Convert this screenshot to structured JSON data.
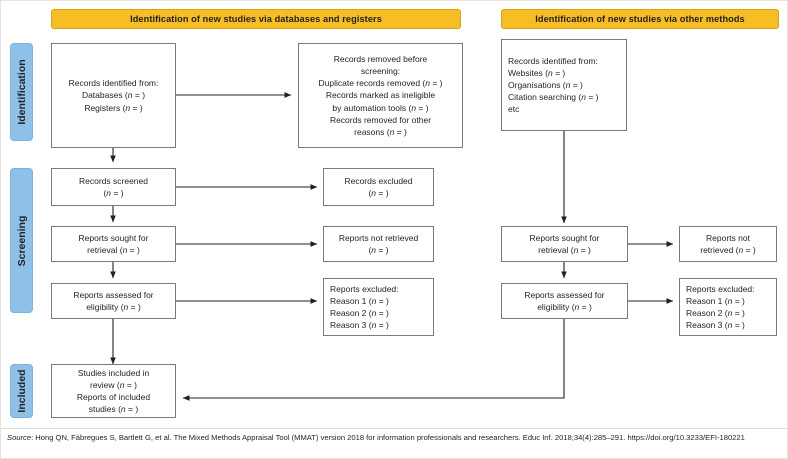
{
  "headers": [
    {
      "id": "databases-registers",
      "label": "Identification of new studies via databases and registers"
    },
    {
      "id": "other-methods",
      "label": "Identification of new studies via other methods"
    }
  ],
  "stages": [
    {
      "id": "identification",
      "label": "Identification"
    },
    {
      "id": "screening",
      "label": "Screening"
    },
    {
      "id": "included",
      "label": "Included"
    }
  ],
  "boxes": {
    "records_identified": {
      "lines": [
        "Records identified from:",
        "Databases (n = )",
        "Registers (n = )"
      ]
    },
    "records_removed": {
      "lines": [
        "Records removed before",
        "screening:",
        "Duplicate records removed (n = )",
        "Records marked as ineligible",
        "by automation tools (n = )",
        "Records removed for other",
        "reasons (n = )"
      ]
    },
    "records_screened": {
      "lines": [
        "Records screened",
        "(n = )"
      ]
    },
    "records_excluded": {
      "lines": [
        "Records excluded",
        "(n = )"
      ]
    },
    "reports_sought": {
      "lines": [
        "Reports sought for",
        "retrieval (n = )"
      ]
    },
    "reports_not_retrieved": {
      "lines": [
        "Reports not retrieved",
        "(n = )"
      ]
    },
    "reports_assessed": {
      "lines": [
        "Reports assessed for",
        "eligibility (n = )"
      ]
    },
    "reports_excluded": {
      "lines": [
        "Reports excluded:",
        "Reason 1 (n = )",
        "Reason 2 (n = )",
        "Reason 3 (n = )"
      ]
    },
    "studies_included": {
      "lines": [
        "Studies included in",
        "review (n = )",
        "Reports of included",
        "studies (n = )"
      ]
    },
    "other_identified": {
      "lines": [
        "Records identified from:",
        "Websites (n = )",
        "Organisations (n = )",
        "Citation searching (n = )",
        "etc"
      ]
    },
    "other_reports_sought": {
      "lines": [
        "Reports sought for",
        "retrieval (n = )"
      ]
    },
    "other_reports_not_retrieved": {
      "lines": [
        "Reports not",
        "retrieved (n = )"
      ]
    },
    "other_reports_assessed": {
      "lines": [
        "Reports assessed for",
        "eligibility (n = )"
      ]
    },
    "other_reports_excluded": {
      "lines": [
        "Reports excluded:",
        "Reason 1 (n = )",
        "Reason 2 (n = )",
        "Reason 3 (n = )"
      ]
    }
  },
  "footer": {
    "source_word": "Source",
    "citation": ": Hong QN, Fàbregues S, Bartlett G, et al. The Mixed Methods Appraisal Tool (MMAT) version 2018 for information professionals and researchers. Educ Inf. 2018;34(4):285–291. https://doi.org/10.3233/EFI-180221"
  },
  "colors": {
    "header_fill": "#f6bd24",
    "stage_fill": "#8fc0e8",
    "box_border": "#7a7a7a",
    "connector": "#231f20",
    "text": "#231f20"
  }
}
